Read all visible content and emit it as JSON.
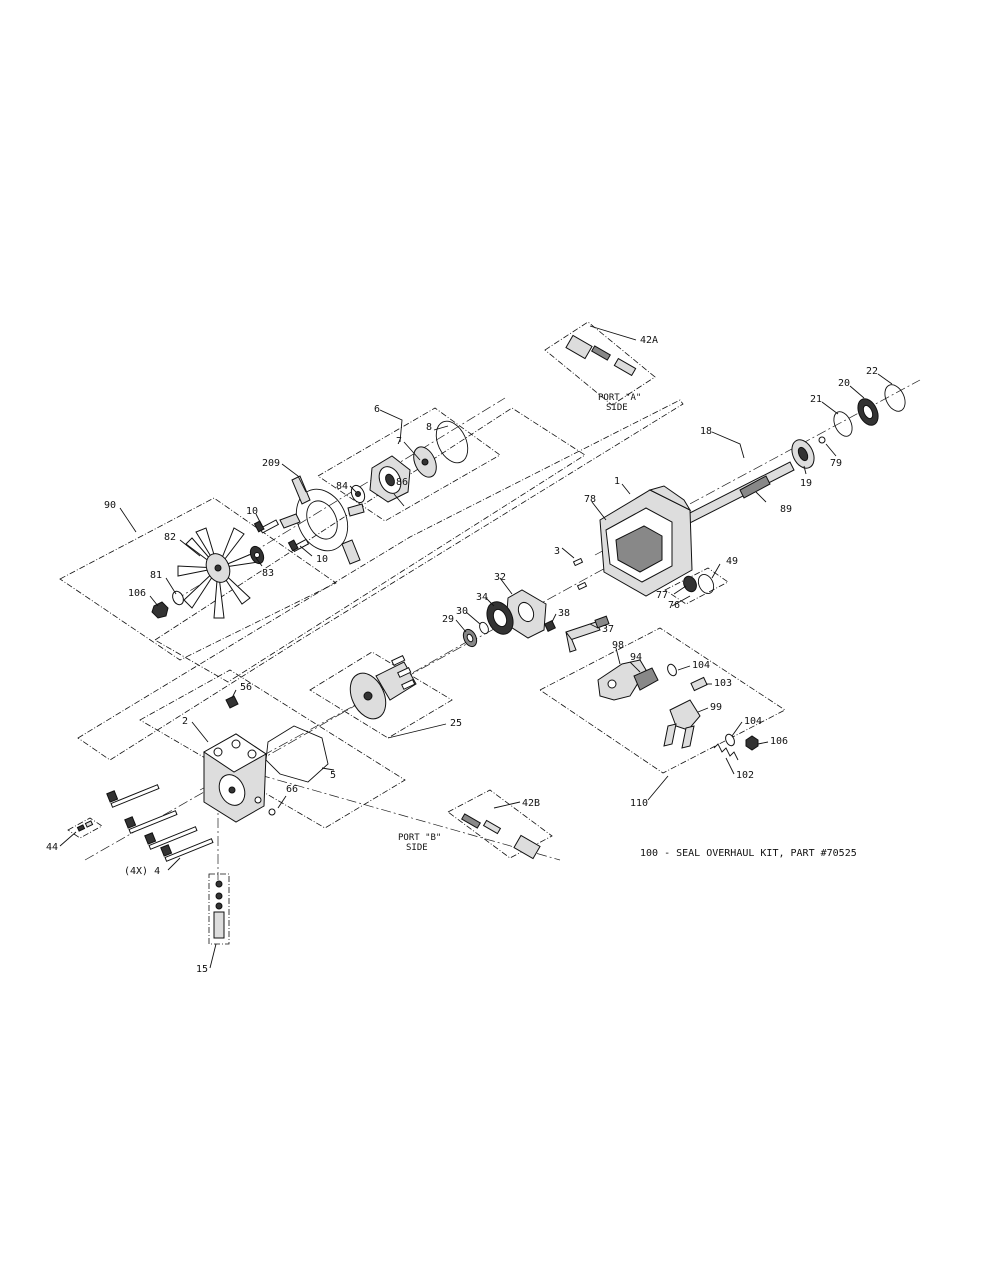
{
  "labels": {
    "l42a": "42A",
    "l6": "6",
    "l8": "8",
    "l7": "7",
    "l209": "209",
    "l84": "84",
    "l86": "86",
    "l10a": "10",
    "l10b": "10",
    "l90": "90",
    "l82": "82",
    "l83": "83",
    "l81": "81",
    "l106a": "106",
    "l22": "22",
    "l20": "20",
    "l21": "21",
    "l18": "18",
    "l79": "79",
    "l19": "19",
    "l1": "1",
    "l78": "78",
    "l89": "89",
    "l3": "3",
    "l49": "49",
    "l77": "77",
    "l76": "76",
    "l32": "32",
    "l34": "34",
    "l30": "30",
    "l29": "29",
    "l38": "38",
    "l37": "37",
    "l98": "98",
    "l94": "94",
    "l104a": "104",
    "l103": "103",
    "l99": "99",
    "l104b": "104",
    "l106b": "106",
    "l102": "102",
    "l110": "110",
    "l56": "56",
    "l2": "2",
    "l25": "25",
    "l5": "5",
    "l66": "66",
    "l42b": "42B",
    "l44": "44",
    "l4": "(4X) 4",
    "l15": "15"
  },
  "port_a": {
    "line1": "PORT \"A\"",
    "line2": "SIDE"
  },
  "port_b": {
    "line1": "PORT \"B\"",
    "line2": "SIDE"
  },
  "kit_note": "100 -  SEAL OVERHAUL KIT, PART #70525"
}
